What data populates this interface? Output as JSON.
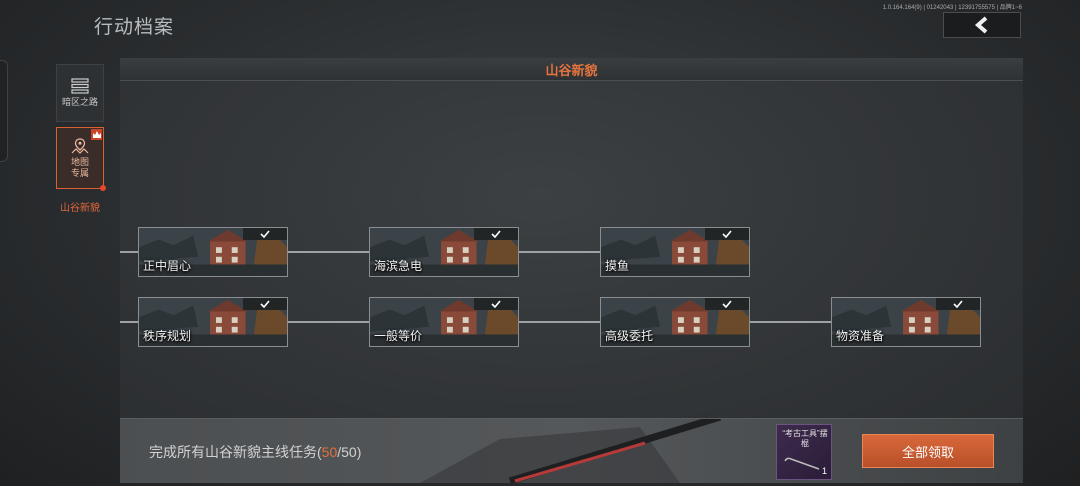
{
  "page": {
    "title": "行动档案",
    "version": "1.0.164.164(9) | 01242043 | 12391755575 | 品牌1~6"
  },
  "sidebar": {
    "items": [
      {
        "label": "暗区之路"
      },
      {
        "label": "地图\n专属"
      }
    ],
    "active_sub_label": "山谷新貌"
  },
  "panel": {
    "header": "山谷新貌"
  },
  "nodes": [
    {
      "name": "正中眉心",
      "completed": true
    },
    {
      "name": "海滨急电",
      "completed": true
    },
    {
      "name": "摸鱼",
      "completed": true
    },
    {
      "name": "秩序规划",
      "completed": true
    },
    {
      "name": "一般等价",
      "completed": true
    },
    {
      "name": "高级委托",
      "completed": true
    },
    {
      "name": "物资准备",
      "completed": true
    }
  ],
  "footer": {
    "message_prefix": "完成所有山谷新貌主线任务(",
    "progress_done": "50",
    "progress_sep": "/50)",
    "reward": {
      "name": "“考古工具”摆棍",
      "quantity": "1"
    },
    "claim_label": "全部领取"
  },
  "colors": {
    "accent": "#e2703a",
    "button": "#c85c30",
    "panel": "#2f3234"
  }
}
